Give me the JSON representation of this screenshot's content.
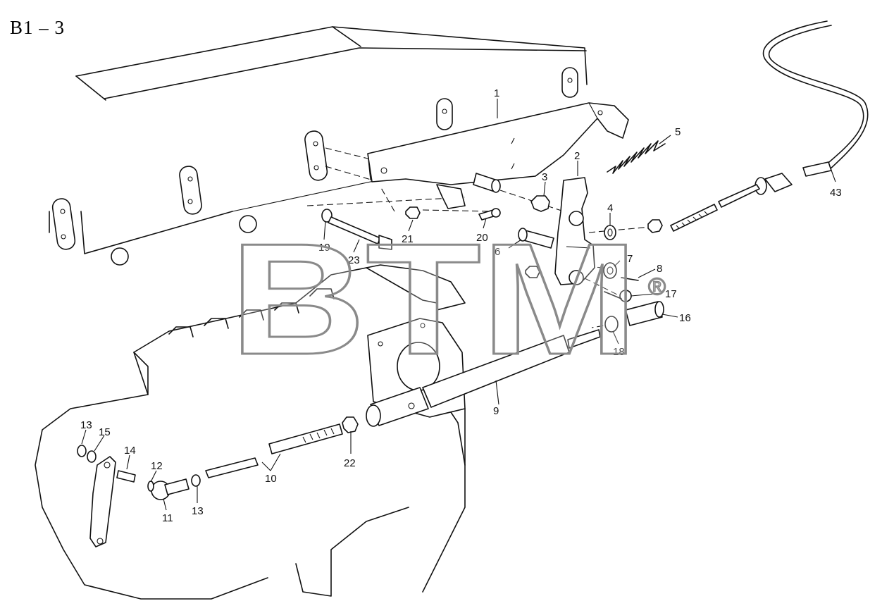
{
  "diagram": {
    "title": "B1 – 3",
    "watermark": "BTM",
    "watermark_mark": "®",
    "callouts": [
      "1",
      "2",
      "3",
      "4",
      "5",
      "6",
      "7",
      "8",
      "9",
      "10",
      "11",
      "12",
      "13",
      "13",
      "14",
      "15",
      "16",
      "17",
      "18",
      "19",
      "20",
      "21",
      "22",
      "23",
      "43"
    ]
  }
}
